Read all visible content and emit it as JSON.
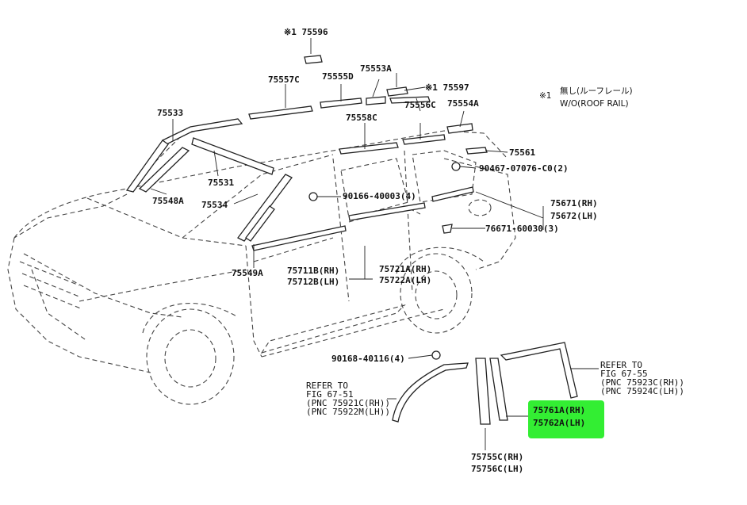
{
  "note": {
    "marker": "※1",
    "jp": "無し(ルーフレール)",
    "en": "W/O(ROOF RAIL)"
  },
  "parts": {
    "p75596": "※1 75596",
    "p75597": "※1 75597",
    "p75553A": "75553A",
    "p75557C": "75557C",
    "p75555D": "75555D",
    "p75556C": "75556C",
    "p75554A": "75554A",
    "p75533": "75533",
    "p75558C": "75558C",
    "p75561": "75561",
    "p90467": "90467-07076-C0(2)",
    "p75531": "75531",
    "p90166": "90166-40003(4)",
    "p75548A": "75548A",
    "p75534": "75534",
    "p75671": "75671(RH)",
    "p75672": "75672(LH)",
    "p76671": "76671-60030(3)",
    "p75549A": "75549A",
    "p75711B": "75711B(RH)",
    "p75712B": "75712B(LH)",
    "p75721A": "75721A(RH)",
    "p75722A": "75722A(LH)",
    "p90168": "90168-40116(4)",
    "p75761A": "75761A(RH)",
    "p75762A": "75762A(LH)",
    "p75755C": "75755C(RH)",
    "p75756C": "75756C(LH)"
  },
  "refer_left": {
    "line1": "REFER TO",
    "line2": "FIG  67-51",
    "line3": "(PNC  75921C(RH))",
    "line4": "(PNC  75922M(LH))"
  },
  "refer_right": {
    "line1": "REFER TO",
    "line2": "FIG  67-55",
    "line3": "(PNC  75923C(RH))",
    "line4": "(PNC  75924C(LH))"
  },
  "colors": {
    "highlight": "#33ee33",
    "ink": "#111111"
  }
}
